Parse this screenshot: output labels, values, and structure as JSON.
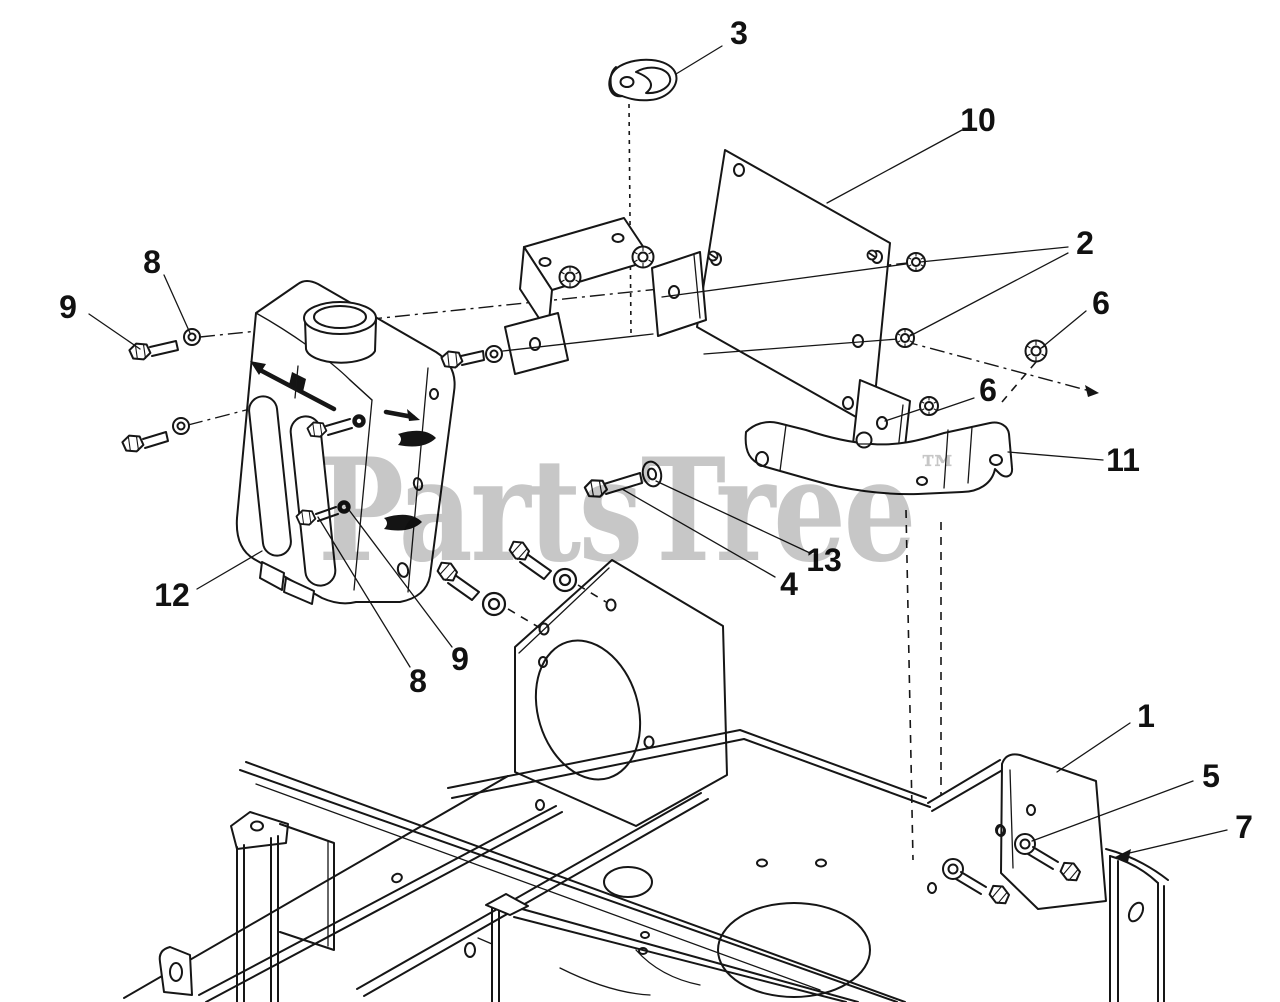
{
  "page": {
    "background_hex": "#ffffff"
  },
  "watermark": {
    "text": "PartsTree",
    "trademark": "™",
    "color_hex": "#c9c9c9"
  },
  "diagram": {
    "kind": "exploded-parts-diagram",
    "line_color_hex": "#161616"
  },
  "callouts": [
    {
      "label": "3"
    },
    {
      "label": "10"
    },
    {
      "label": "2"
    },
    {
      "label": "6"
    },
    {
      "label": "6"
    },
    {
      "label": "11"
    },
    {
      "label": "9"
    },
    {
      "label": "8"
    },
    {
      "label": "12"
    },
    {
      "label": "8"
    },
    {
      "label": "9"
    },
    {
      "label": "13"
    },
    {
      "label": "4"
    },
    {
      "label": "1"
    },
    {
      "label": "5"
    },
    {
      "label": "7"
    }
  ]
}
